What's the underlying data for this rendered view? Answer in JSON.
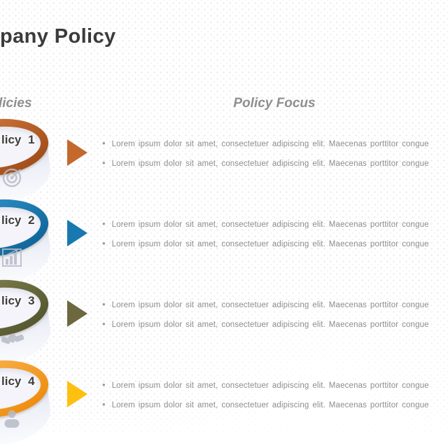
{
  "slide": {
    "title": "pany Policy",
    "left_column_header": "licies",
    "right_column_header": "Policy Focus"
  },
  "colors": {
    "title_text": "#3b3b3b",
    "header_text": "#8f8f8f",
    "bullet_text": "#8d8d8d",
    "icon_gray": "#b7bbc7"
  },
  "policies": [
    {
      "label": "licy 1",
      "icon": "target-icon",
      "ring_color": "#b55e24",
      "arrow_color": "#c4682e",
      "bullets": [
        "Lorem ipsum dolor sit amet, consectetuer adipiscing elit. Maecenas porttitor congue",
        "Lorem ipsum dolor sit amet, consectetuer adipiscing elit. Maecenas porttitor congue"
      ]
    },
    {
      "label": "licy 2",
      "icon": "bar-chart-icon",
      "ring_color": "#1879b0",
      "arrow_color": "#1879b0",
      "bullets": [
        "Lorem ipsum dolor sit amet, consectetuer adipiscing elit. Maecenas porttitor congue",
        "Lorem ipsum dolor sit amet, consectetuer adipiscing elit. Maecenas porttitor congue"
      ]
    },
    {
      "label": "licy 3",
      "icon": "handshake-icon",
      "ring_color": "#68683b",
      "arrow_color": "#6e6840",
      "bullets": [
        "Lorem ipsum dolor sit amet, consectetuer adipiscing elit. Maecenas porttitor congue",
        "Lorem ipsum dolor sit amet, consectetuer adipiscing elit. Maecenas porttitor congue"
      ]
    },
    {
      "label": "licy 4",
      "icon": "person-icon",
      "ring_color": "#f49c20",
      "arrow_color": "#fdc010",
      "bullets": [
        "Lorem ipsum dolor sit amet, consectetuer adipiscing elit. Maecenas porttitor congue",
        "Lorem ipsum dolor sit amet, consectetuer adipiscing elit. Maecenas porttitor congue"
      ]
    }
  ]
}
